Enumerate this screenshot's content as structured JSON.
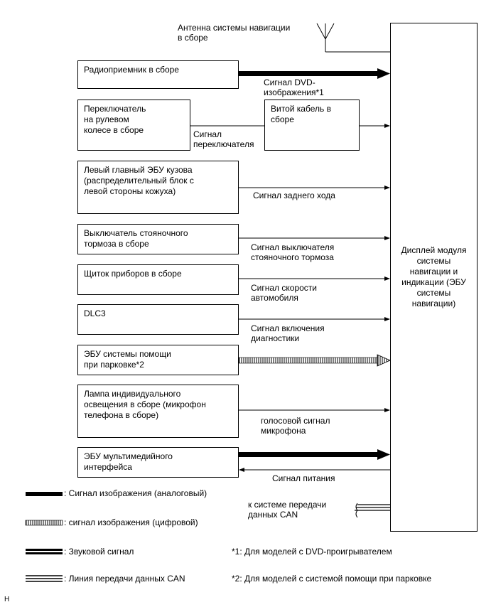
{
  "antenna": "Антенна системы навигации\nв сборе",
  "display": "Дисплей модуля\nсистемы\nнавигации и\nиндикации (ЭБУ\nсистемы\nнавигации)",
  "boxes": {
    "radio": "Радиоприемник в сборе",
    "steering": "Переключатель\nна рулевом\nколесе в сборе",
    "cable": "Витой кабель в\nсборе",
    "body_ecu": "Левый главный ЭБУ кузова\n(распределительный блок с\nлевой стороны кожуха)",
    "parking_brake": "Выключатель стояночного\nтормоза в сборе",
    "meter": "Щиток приборов в сборе",
    "dlc3": "DLC3",
    "parking_assist": "ЭБУ системы помощи\nпри парковке*2",
    "lamp": "Лампа индивидуального\nосвещения в сборе (микрофон\nтелефона в сборе)",
    "multimedia": "ЭБУ мультимедийного\nинтерфейса"
  },
  "signals": {
    "dvd": "Сигнал DVD-\nизображения*1",
    "switch": "Сигнал\nпереключателя",
    "reverse": "Сигнал заднего хода",
    "brake": "Сигнал выключателя\nстояночного тормоза",
    "speed": "Сигнал скорости\nавтомобиля",
    "diag": "Сигнал включения\nдиагностики",
    "mic": "голосовой сигнал\nмикрофона",
    "power": "Сигнал питания",
    "can": "к системе передачи\nданных CAN"
  },
  "legend": {
    "analog": ": Сигнал изображения (аналоговый)",
    "digital": ": сигнал изображения (цифровой)",
    "audio": ": Звуковой сигнал",
    "can": ": Линия передачи данных CAN"
  },
  "notes": {
    "n1": "*1: Для моделей с DVD-проигрывателем",
    "n2": "*2: Для моделей с системой помощи при парковке"
  },
  "corner_mark": "H"
}
